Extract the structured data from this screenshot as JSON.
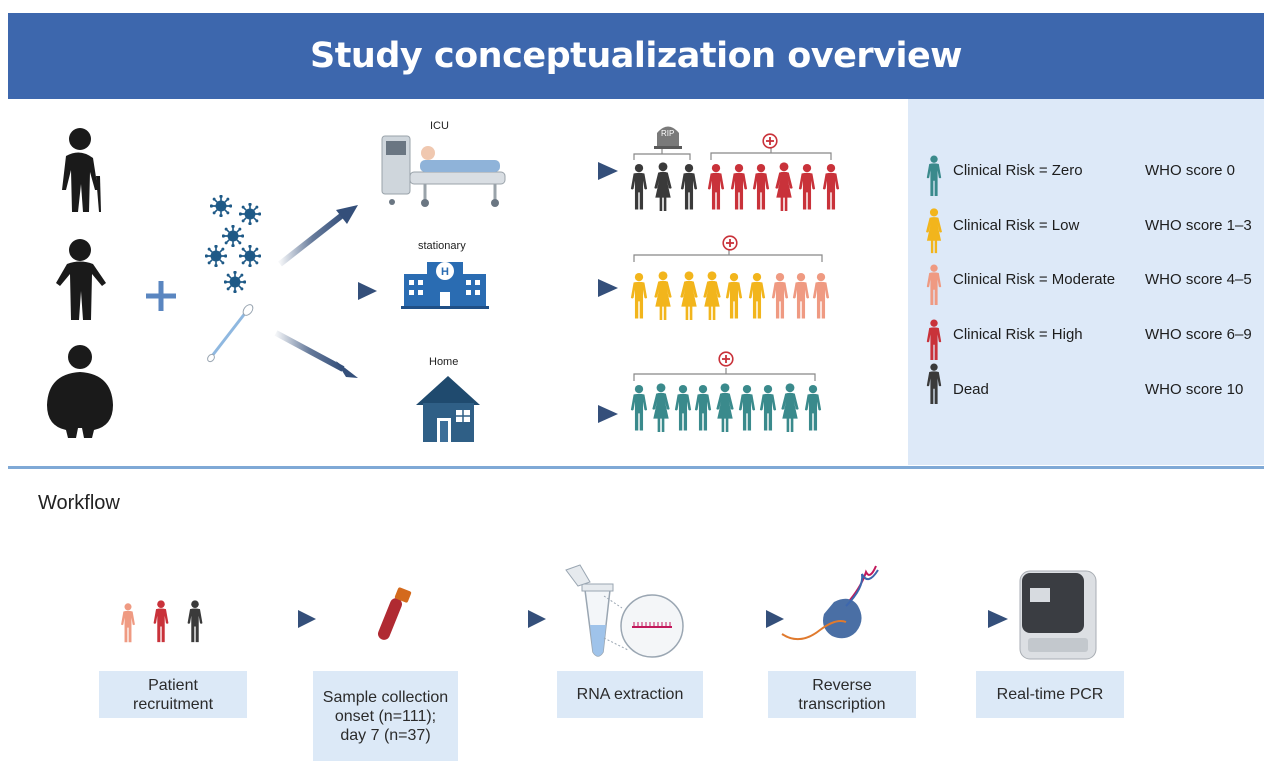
{
  "header": {
    "title": "Study conceptualization overview"
  },
  "settings": {
    "icu": "ICU",
    "stationary": "stationary",
    "home": "Home",
    "rip": "RIP"
  },
  "legend": [
    {
      "label": "Clinical Risk = Zero",
      "score": "WHO score 0",
      "color": "#3a8a8c"
    },
    {
      "label": "Clinical Risk = Low",
      "score": "WHO score 1–3",
      "color": "#f2b51c"
    },
    {
      "label": "Clinical Risk = Moderate",
      "score": "WHO score 4–5",
      "color": "#ef9a82"
    },
    {
      "label": "Clinical Risk = High",
      "score": "WHO score 6–9",
      "color": "#c9323a"
    },
    {
      "label": "Dead",
      "score": "WHO score 10",
      "color": "#3a3a3a"
    }
  ],
  "workflow": {
    "title": "Workflow",
    "steps": [
      {
        "label": "Patient recruitment"
      },
      {
        "label": "Sample collection onset  (n=111); day 7 (n=37)"
      },
      {
        "label": "RNA extraction"
      },
      {
        "label": "Reverse transcription"
      },
      {
        "label": "Real-time PCR"
      }
    ]
  },
  "colors": {
    "banner": "#3d67ad",
    "arrow": "#344f7a",
    "panel": "#dde9f8"
  }
}
